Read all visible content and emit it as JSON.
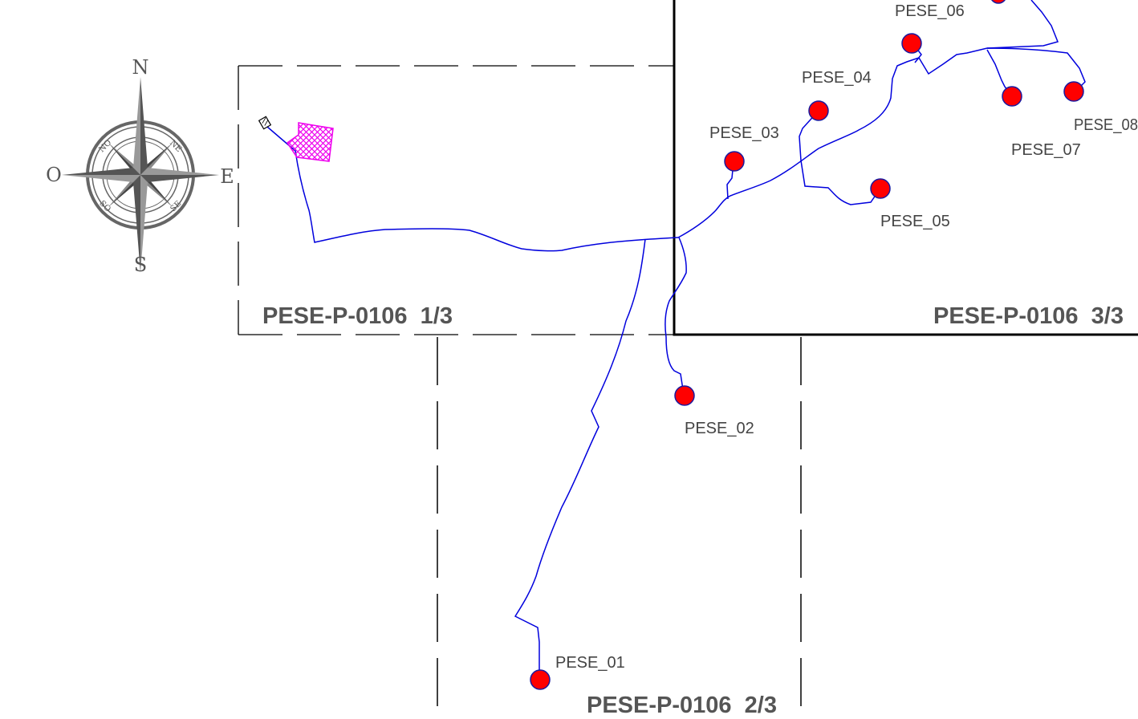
{
  "colors": {
    "pipeline": "#0000dd",
    "well_fill": "#ff0000",
    "well_stroke": "#1a1aa0",
    "plant": "#ee00ee",
    "frame": "#000000",
    "label": "#444444"
  },
  "compass": {
    "north": "N",
    "south": "S",
    "east": "E",
    "west": "O",
    "ne": "NE",
    "no": "NO",
    "se": "SE",
    "so": "SO"
  },
  "sheets": [
    {
      "id": "sheet-1",
      "label": "PESE-P-0106  1/3"
    },
    {
      "id": "sheet-2",
      "label": "PESE-P-0106  2/3"
    },
    {
      "id": "sheet-3",
      "label": "PESE-P-0106  3/3"
    }
  ],
  "wells": [
    {
      "id": "PESE_01",
      "label": "PESE_01"
    },
    {
      "id": "PESE_02",
      "label": "PESE_02"
    },
    {
      "id": "PESE_03",
      "label": "PESE_03"
    },
    {
      "id": "PESE_04",
      "label": "PESE_04"
    },
    {
      "id": "PESE_05",
      "label": "PESE_05"
    },
    {
      "id": "PESE_06",
      "label": "PESE_06"
    },
    {
      "id": "PESE_07",
      "label": "PESE_07"
    },
    {
      "id": "PESE_08",
      "label": "PESE_08"
    }
  ]
}
